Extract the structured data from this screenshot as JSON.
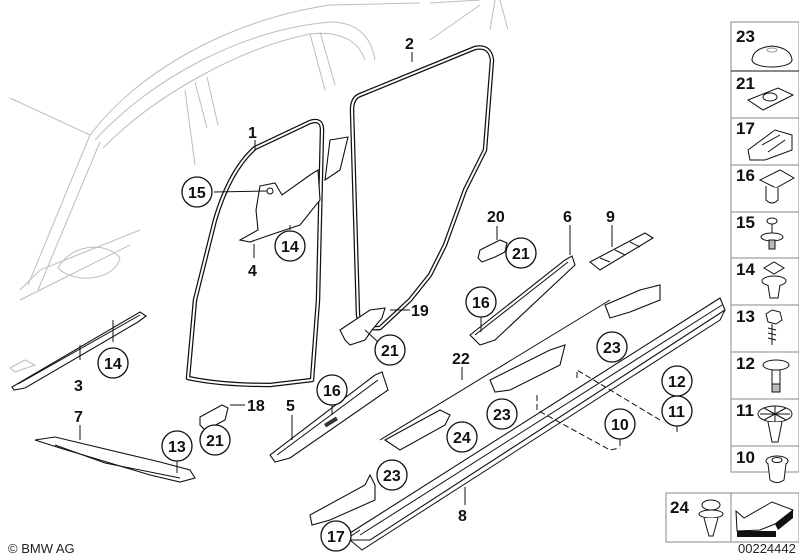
{
  "diagram": {
    "title": "Door seals / sill trim parts diagram",
    "copyright": "© BMW AG",
    "diagram_number": "00224442",
    "part_labels": {
      "p1": "1",
      "p2": "2",
      "p3": "3",
      "p4": "4",
      "p5": "5",
      "p6": "6",
      "p7": "7",
      "p8": "8",
      "p9": "9",
      "p18": "18",
      "p19": "19",
      "p20": "20",
      "p22": "22"
    },
    "callouts": {
      "c15": "15",
      "c14a": "14",
      "c14b": "14",
      "c16a": "16",
      "c16b": "16",
      "c21a": "21",
      "c21b": "21",
      "c21c": "21",
      "c13": "13",
      "c23a": "23",
      "c23b": "23",
      "c23c": "23",
      "c24": "24",
      "c12": "12",
      "c11": "11",
      "c10": "10",
      "c17": "17"
    },
    "legend": [
      {
        "number": "23",
        "icon": "cap-icon"
      },
      {
        "number": "21",
        "icon": "clip-nut-icon"
      },
      {
        "number": "17",
        "icon": "clamp-clip-icon"
      },
      {
        "number": "16",
        "icon": "expanding-clip-icon"
      },
      {
        "number": "15",
        "icon": "push-rivet-icon"
      },
      {
        "number": "14",
        "icon": "clip-with-nut-icon"
      },
      {
        "number": "13",
        "icon": "hex-screw-icon"
      },
      {
        "number": "12",
        "icon": "plastic-rivet-icon"
      },
      {
        "number": "11",
        "icon": "spreader-rivet-icon"
      },
      {
        "number": "10",
        "icon": "grommet-icon"
      },
      {
        "number": "24",
        "icon": "expanding-rivet-icon"
      }
    ],
    "navigation": {
      "icon": "arrow-icon"
    }
  }
}
